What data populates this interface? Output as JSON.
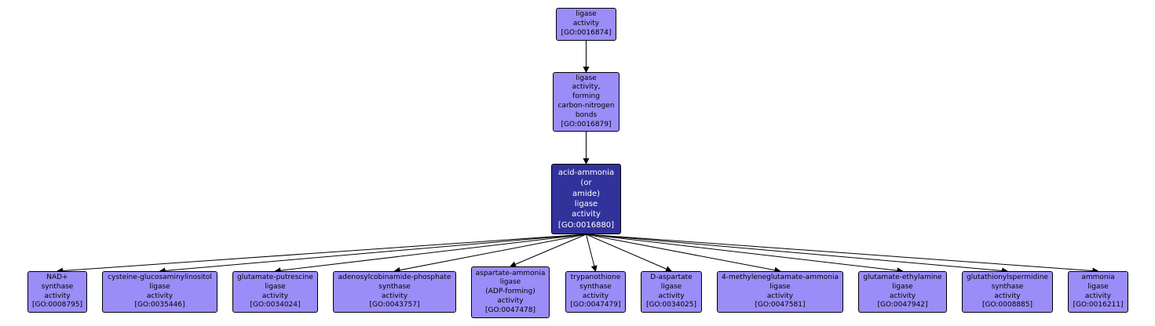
{
  "colors": {
    "node_fill": "#9a8df7",
    "focus_fill": "#32329b",
    "edge": "#000000"
  },
  "nodes": [
    {
      "id": "n1",
      "label": "ligase\nactivity\n[GO:0016874]"
    },
    {
      "id": "n2",
      "label": "ligase\nactivity,\nforming\ncarbon-nitrogen\nbonds\n[GO:0016879]"
    },
    {
      "id": "n3",
      "label": "acid-ammonia\n(or\namide)\nligase\nactivity\n[GO:0016880]"
    },
    {
      "id": "c1",
      "label": "NAD+\nsynthase\nactivity\n[GO:0008795]"
    },
    {
      "id": "c2",
      "label": "cysteine-glucosaminylinositol\nligase\nactivity\n[GO:0035446]"
    },
    {
      "id": "c3",
      "label": "glutamate-putrescine\nligase\nactivity\n[GO:0034024]"
    },
    {
      "id": "c4",
      "label": "adenosylcobinamide-phosphate\nsynthase\nactivity\n[GO:0043757]"
    },
    {
      "id": "c5",
      "label": "aspartate-ammonia\nligase\n(ADP-forming)\nactivity\n[GO:0047478]"
    },
    {
      "id": "c6",
      "label": "trypanothione\nsynthase\nactivity\n[GO:0047479]"
    },
    {
      "id": "c7",
      "label": "D-aspartate\nligase\nactivity\n[GO:0034025]"
    },
    {
      "id": "c8",
      "label": "4-methyleneglutamate-ammonia\nligase\nactivity\n[GO:0047581]"
    },
    {
      "id": "c9",
      "label": "glutamate-ethylamine\nligase\nactivity\n[GO:0047942]"
    },
    {
      "id": "c10",
      "label": "glutathionylspermidine\nsynthase\nactivity\n[GO:0008885]"
    },
    {
      "id": "c11",
      "label": "ammonia\nligase\nactivity\n[GO:0016211]"
    }
  ],
  "edges": [
    [
      "n1",
      "n2"
    ],
    [
      "n2",
      "n3"
    ],
    [
      "n3",
      "c1"
    ],
    [
      "n3",
      "c2"
    ],
    [
      "n3",
      "c3"
    ],
    [
      "n3",
      "c4"
    ],
    [
      "n3",
      "c5"
    ],
    [
      "n3",
      "c6"
    ],
    [
      "n3",
      "c7"
    ],
    [
      "n3",
      "c8"
    ],
    [
      "n3",
      "c9"
    ],
    [
      "n3",
      "c10"
    ],
    [
      "n3",
      "c11"
    ]
  ]
}
